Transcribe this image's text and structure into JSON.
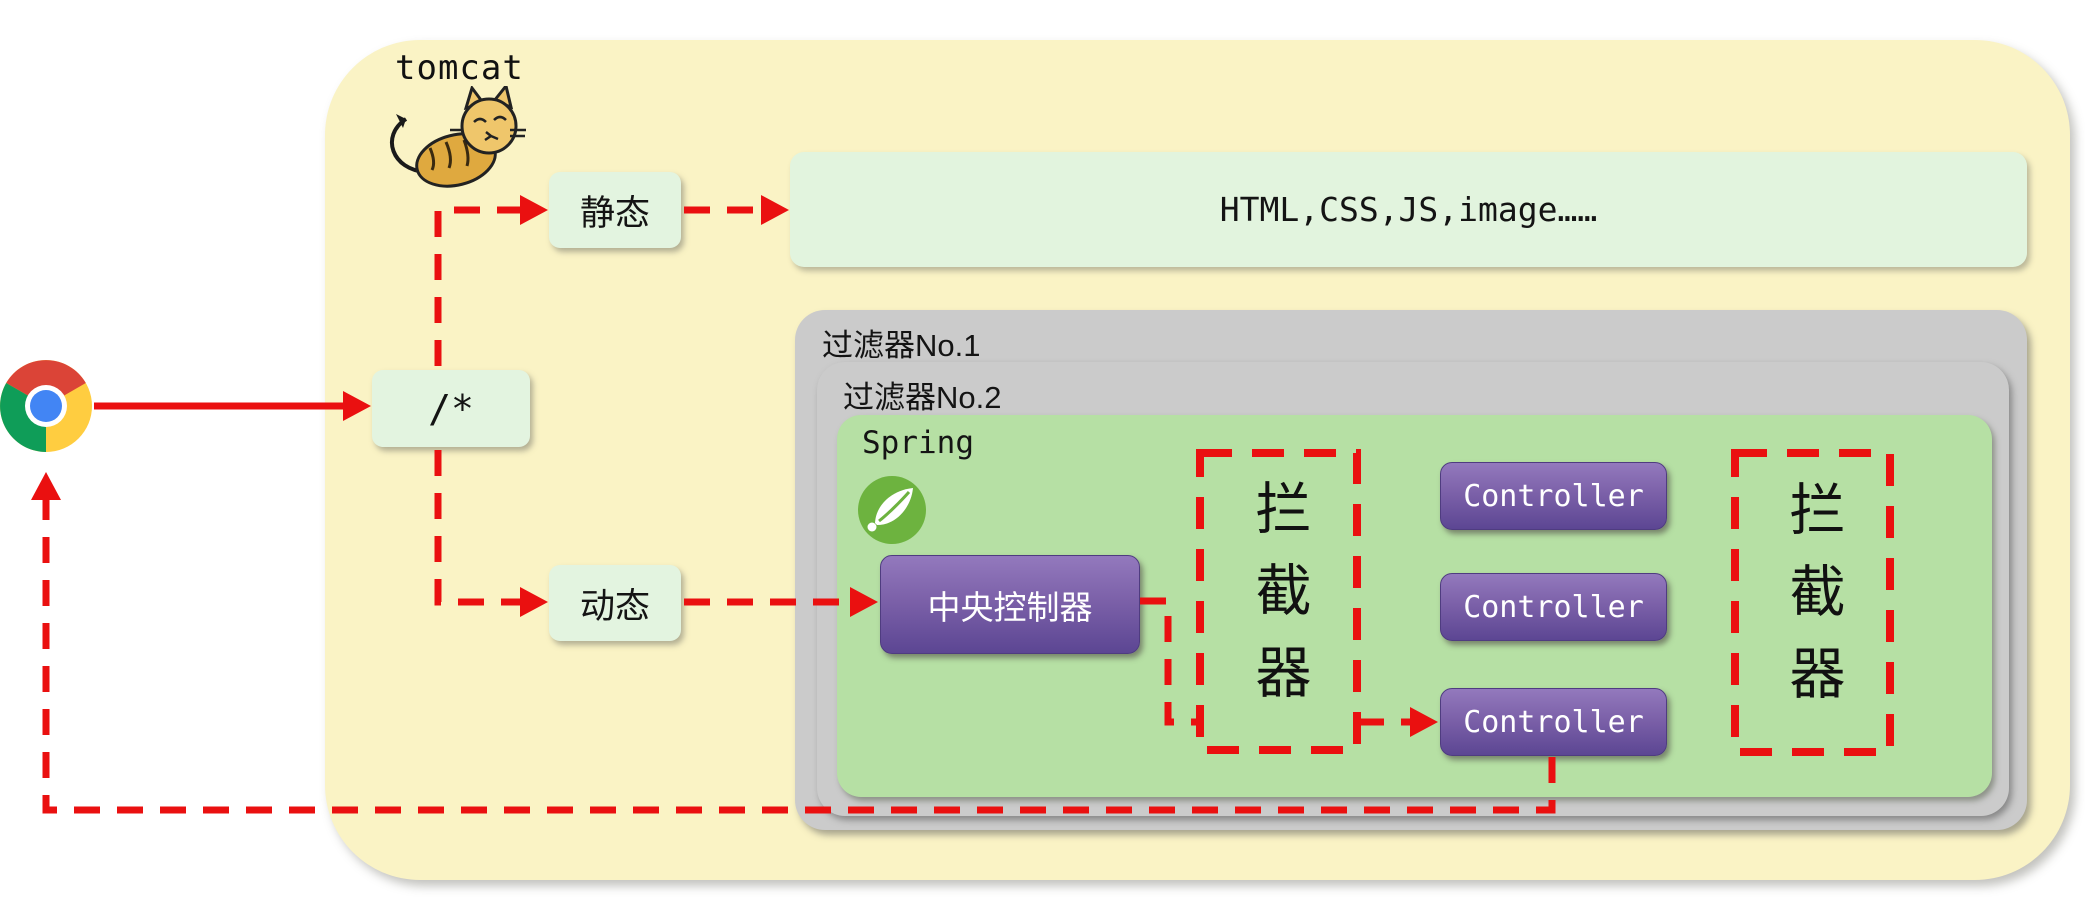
{
  "colors": {
    "container_yellow": "#FAF3C5",
    "filter_gray": "#CBCBCB",
    "spring_green": "#B6E0A4",
    "mint_green": "#E3F4E0",
    "purple": "#7C61A9",
    "arrow_red": "#EA1010",
    "spring_logo_green": "#6DB33F"
  },
  "tomcat": {
    "label": "tomcat"
  },
  "browser": {
    "icon": "chrome-icon"
  },
  "routing": {
    "url_pattern": "/*",
    "static_label": "静态",
    "dynamic_label": "动态",
    "static_resources": "HTML,CSS,JS,image……"
  },
  "filters": {
    "filter1_label": "过滤器No.1",
    "filter2_label": "过滤器No.2"
  },
  "spring": {
    "label": "Spring",
    "central_controller": "中央控制器",
    "interceptor_left": "拦截器",
    "interceptor_right": "拦截器",
    "controllers": [
      "Controller",
      "Controller",
      "Controller"
    ]
  }
}
